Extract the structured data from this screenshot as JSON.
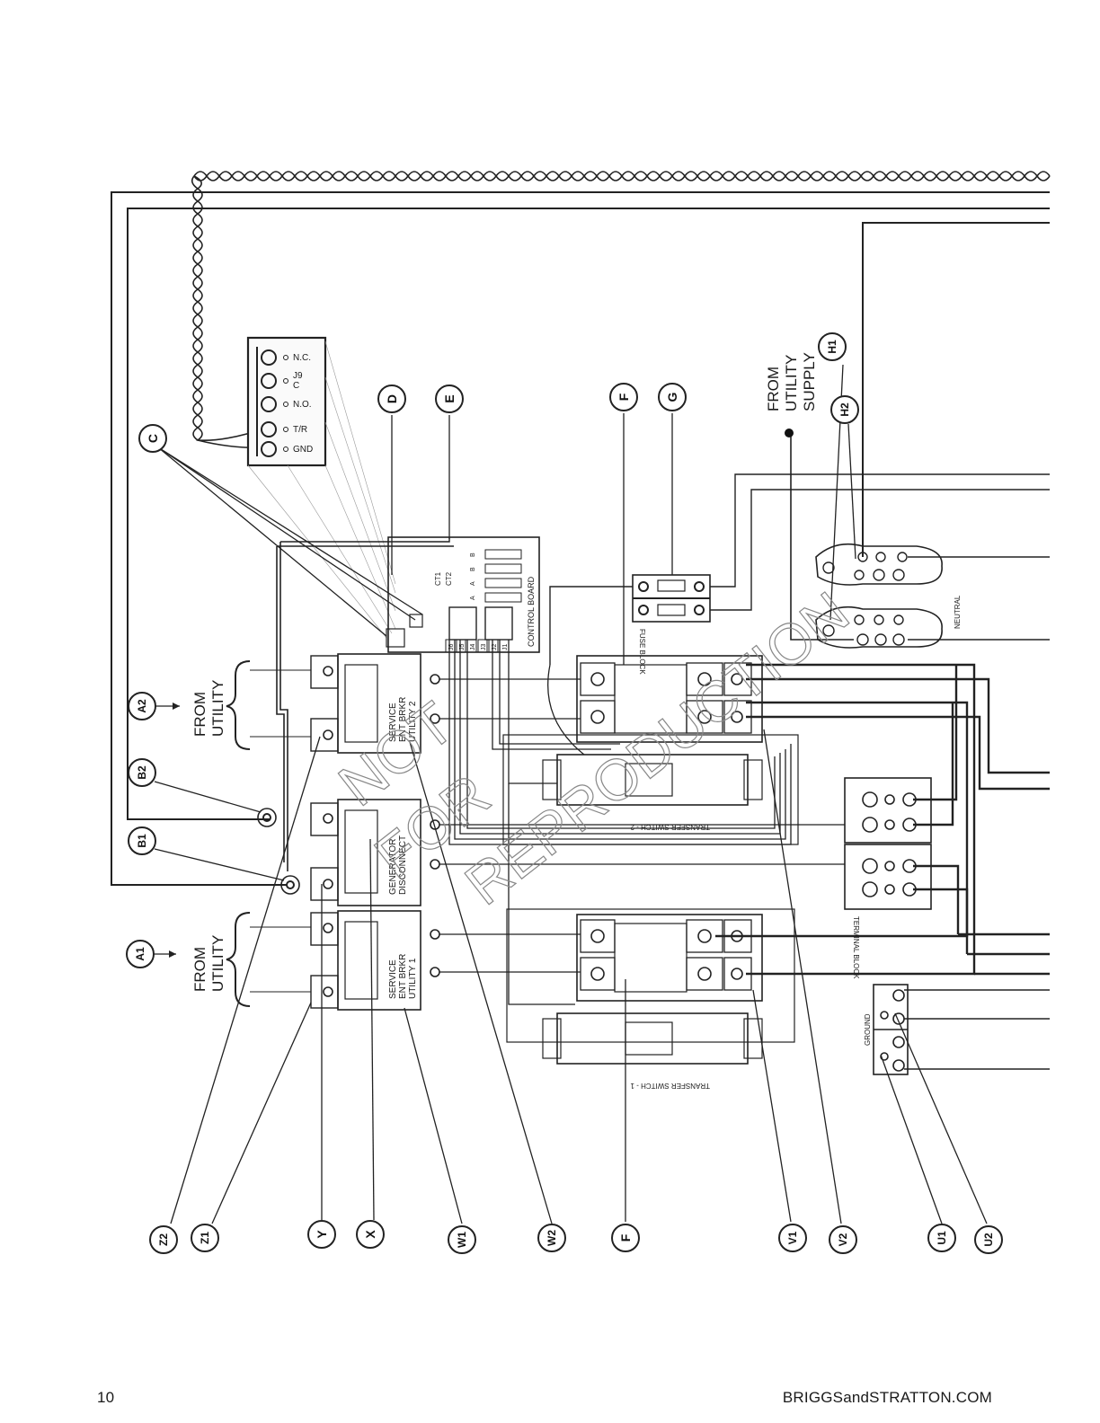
{
  "callouts": [
    "C",
    "D",
    "E",
    "F",
    "G",
    "H1",
    "H2",
    "A2",
    "B2",
    "B1",
    "A1",
    "Z2",
    "Z1",
    "Y",
    "X",
    "W1",
    "W2",
    "F",
    "V1",
    "V2",
    "U1",
    "U2"
  ],
  "labels": {
    "from_utility": "FROM UTILITY",
    "from_utility_supply": "FROM UTILITY SUPPLY",
    "neutral": "NEUTRAL",
    "ground": "GROUND",
    "terminal_block": "TERMINAL BLOCK",
    "fuse_block": "FUSE BLOCK",
    "control_board": "CONTROL BOARD",
    "transfer_switch_1": "TRANSFER SWITCH - 1",
    "transfer_switch_2": "TRANSFER SWITCH - 2",
    "breaker_utility_2": [
      "SERVICE",
      "ENT BRKR",
      "UTILITY 2"
    ],
    "breaker_generator": [
      "GENERATOR",
      "DISCONNECT"
    ],
    "breaker_utility_1": [
      "SERVICE",
      "ENT BRKR",
      "UTILITY 1"
    ],
    "j9_terminals": [
      "N.C.",
      "J9",
      "C",
      "N.O.",
      "T/R",
      "GND"
    ],
    "ct_labels": [
      "CT1",
      "CT2"
    ],
    "board_pins": [
      "B",
      "B",
      "A",
      "A"
    ],
    "board_jacks": [
      "J6",
      "J5",
      "J4",
      "J3",
      "J2",
      "J1"
    ],
    "watermark": [
      "NOT",
      "FOR",
      "REPRODUCTION"
    ]
  },
  "footer": {
    "page_number": "10",
    "website": "BRIGGSandSTRATTON.COM"
  }
}
